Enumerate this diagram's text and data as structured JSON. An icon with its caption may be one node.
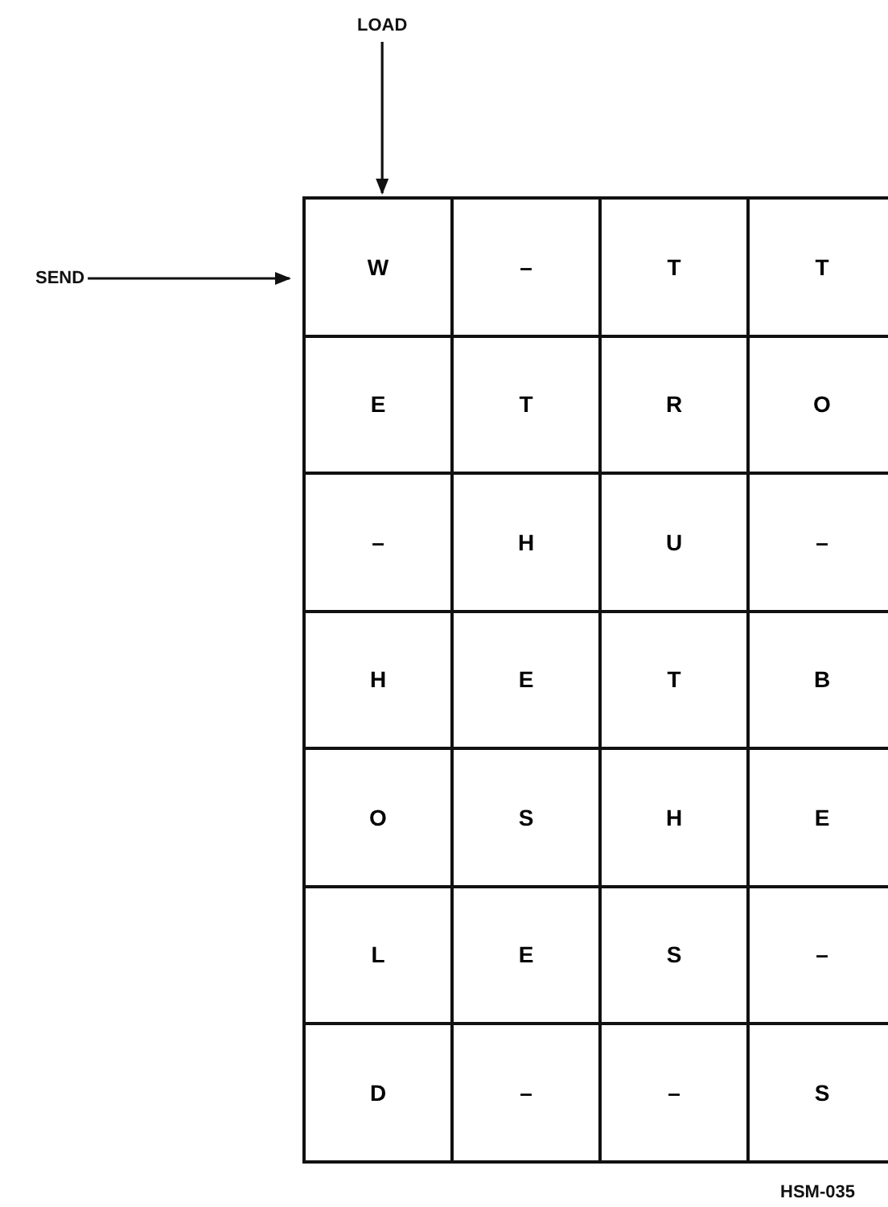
{
  "diagram": {
    "nodes": [
      {
        "text": [
          "LOAD"
        ]
      },
      {
        "text": [
          "SEND"
        ]
      },
      {
        "text": [
          "W"
        ]
      },
      {
        "text": [
          "–"
        ]
      },
      {
        "text": [
          "T"
        ]
      },
      {
        "text": [
          "T"
        ]
      },
      {
        "text": [
          "E"
        ]
      },
      {
        "text": [
          "T"
        ]
      },
      {
        "text": [
          "R"
        ]
      },
      {
        "text": [
          "O"
        ]
      },
      {
        "text": [
          "–"
        ]
      },
      {
        "text": [
          "H"
        ]
      },
      {
        "text": [
          "U"
        ]
      },
      {
        "text": [
          "–"
        ]
      },
      {
        "text": [
          "H"
        ]
      },
      {
        "text": [
          "E"
        ]
      },
      {
        "text": [
          "T"
        ]
      },
      {
        "text": [
          "B"
        ]
      },
      {
        "text": [
          "O"
        ]
      },
      {
        "text": [
          "S"
        ]
      },
      {
        "text": [
          "H"
        ]
      },
      {
        "text": [
          "E"
        ]
      },
      {
        "text": [
          "L"
        ]
      },
      {
        "text": [
          "E"
        ]
      },
      {
        "text": [
          "S"
        ]
      },
      {
        "text": [
          "–"
        ]
      },
      {
        "text": [
          "D"
        ]
      },
      {
        "text": [
          "–"
        ]
      },
      {
        "text": [
          "–"
        ]
      },
      {
        "text": [
          "S"
        ]
      }
    ],
    "edges": [
      {
        "from": 0,
        "to": 2,
        "arrow": "to"
      },
      {
        "from": 1,
        "to": 2,
        "arrow": "to"
      }
    ],
    "labels": [
      "HSM-035"
    ]
  }
}
